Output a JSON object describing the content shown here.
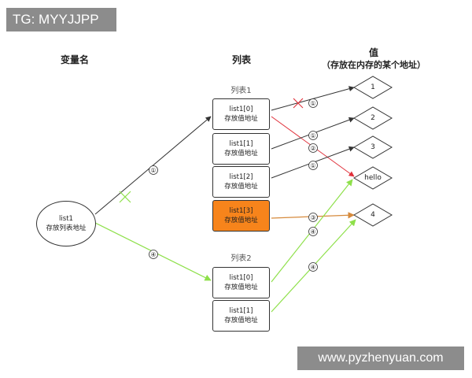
{
  "badges": {
    "tg": "TG: MYYJJPP",
    "url": "www.pyzhenyuan.com"
  },
  "headers": {
    "var_name": "变量名",
    "list": "列表",
    "value": "值",
    "value_sub": "（存放在内存的某个地址）"
  },
  "variable": {
    "name": "list1",
    "desc": "存放列表地址"
  },
  "list1": {
    "title": "列表1",
    "items": [
      {
        "name": "list1[0]",
        "desc": "存放值地址"
      },
      {
        "name": "list1[1]",
        "desc": "存放值地址"
      },
      {
        "name": "list1[2]",
        "desc": "存放值地址"
      },
      {
        "name": "list1[3]",
        "desc": "存放值地址"
      }
    ]
  },
  "list2": {
    "title": "列表2",
    "items": [
      {
        "name": "list1[0]",
        "desc": "存放值地址"
      },
      {
        "name": "list1[1]",
        "desc": "存放值地址"
      }
    ]
  },
  "values": [
    "1",
    "2",
    "3",
    "hello",
    "4"
  ],
  "step_labels": {
    "var_to_list1": "①",
    "var_to_list2": "④",
    "l0_to_1": "①",
    "l0_to_hello": "②",
    "l1_to_2": "①",
    "l2_to_3": "①",
    "l3_to_4": "③",
    "l2_0_to_hello": "④",
    "l2_1_to_4": "④"
  },
  "colors": {
    "black_arrow": "#333333",
    "green_arrow": "#8ee04a",
    "red_arrow": "#e0303a",
    "orange_arrow": "#d68a3c",
    "highlight_box": "#f7841b",
    "badge_bg": "#8c8c8c"
  }
}
